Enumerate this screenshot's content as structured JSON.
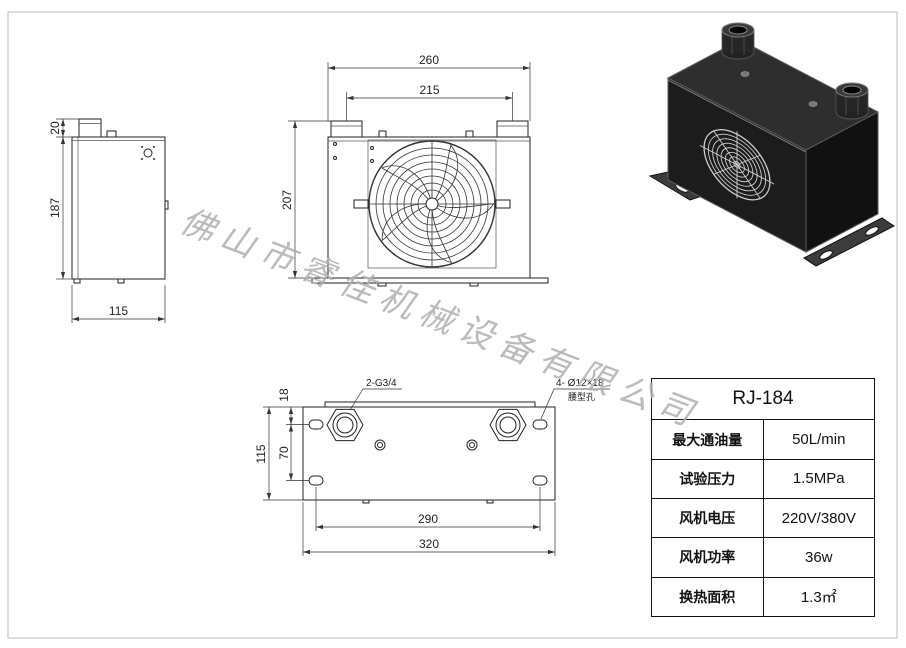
{
  "side_view": {
    "dim_port_height": "20",
    "dim_body_height": "187",
    "dim_depth": "115"
  },
  "front_view": {
    "dim_overall_width": "260",
    "dim_port_spacing": "215",
    "dim_height": "207"
  },
  "bottom_view": {
    "dim_edge_to_slot": "18",
    "dim_slot_spacing_vertical": "70",
    "dim_width": "115",
    "dim_slot_spacing_horizontal": "290",
    "dim_length": "320",
    "port_callout": "2-G3/4",
    "slot_callout": "4- Ø12×18",
    "slot_type": "腰型孔"
  },
  "watermark": "佛山市睿佳机械设备有限公司",
  "spec_table": {
    "model": "RJ-184",
    "rows": [
      {
        "label": "最大通油量",
        "value": "50L/min"
      },
      {
        "label": "试验压力",
        "value": "1.5MPa"
      },
      {
        "label": "风机电压",
        "value": "220V/380V"
      },
      {
        "label": "风机功率",
        "value": "36w"
      },
      {
        "label": "换热面积",
        "value": "1.3㎡"
      }
    ]
  },
  "colors": {
    "cooler_body": "#1c1c1c",
    "watermark": "#b0b0b0"
  }
}
